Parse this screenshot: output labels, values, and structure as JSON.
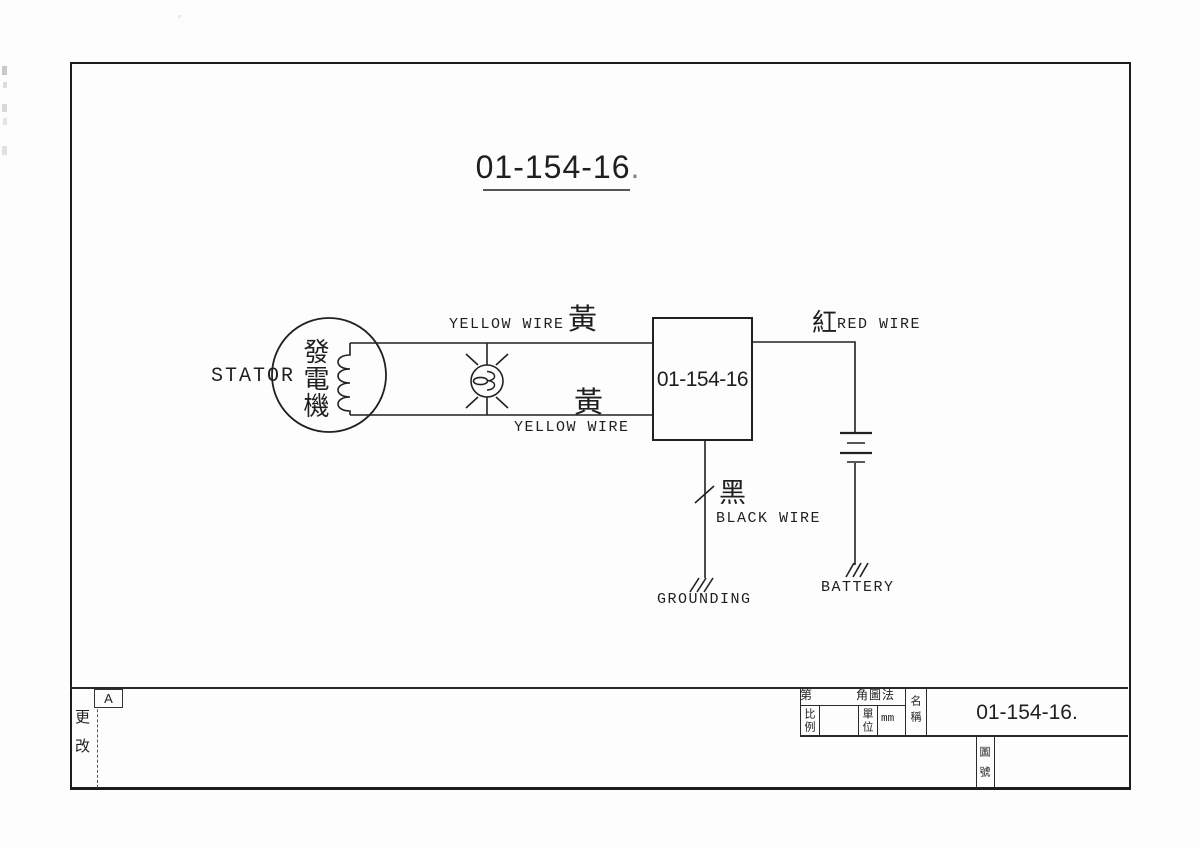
{
  "colors": {
    "ink": "#1f1f1f",
    "paper": "#fdfdfd"
  },
  "sheet": {
    "main_title": "01-154-16",
    "main_title_suffix": "."
  },
  "schematic": {
    "stator": {
      "en_label": "STATOR",
      "cjk_label": "發電機"
    },
    "yellow_top": {
      "en": "YELLOW WIRE",
      "cjk": "黃"
    },
    "yellow_bottom": {
      "en": "YELLOW WIRE",
      "cjk": "黃"
    },
    "red": {
      "en": "RED WIRE",
      "cjk": "紅"
    },
    "black": {
      "en": "BLACK WIRE",
      "cjk": "黑"
    },
    "unit_box_label": "01-154-16",
    "grounding_label": "GROUNDING",
    "battery_label": "BATTERY"
  },
  "title_block": {
    "revision_label": "更改",
    "revision_mark": "A",
    "projection_left": "第",
    "projection_right": "角圖法",
    "scale_label": "比例",
    "unit_label": "單位",
    "unit_value": "mm",
    "name_label": "名稱",
    "name_value": "01-154-16.",
    "drawing_no_label": "圖號"
  }
}
